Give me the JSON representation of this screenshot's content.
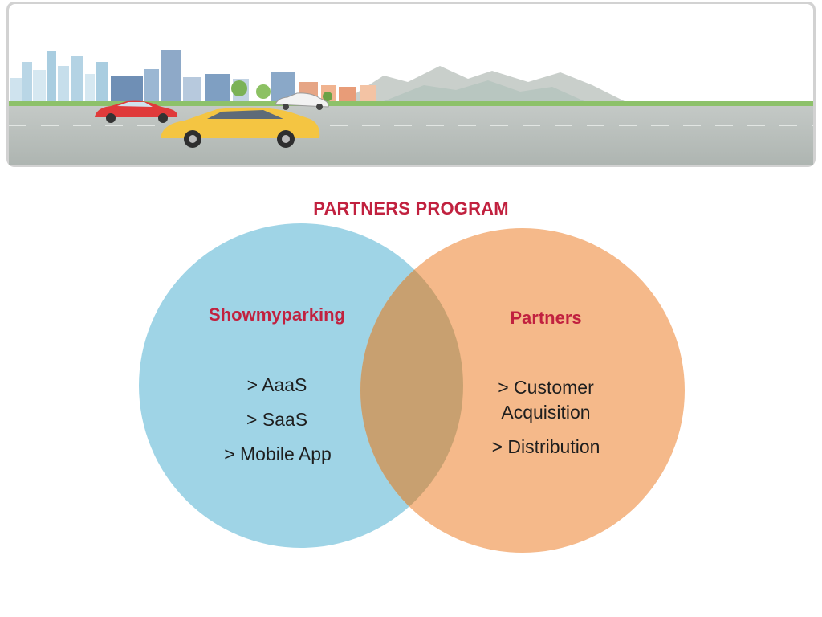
{
  "title": "PARTNERS PROGRAM",
  "colors": {
    "title": "#c1213f",
    "left_circle": "#9fd4e6",
    "right_circle": "#f5b98a",
    "overlap": "#c8a070",
    "sky": "#ffffff",
    "road": "#b5bcb8"
  },
  "icons": [
    "city-skyline-icon",
    "mountains-icon",
    "red-car-icon",
    "white-car-icon",
    "yellow-car-icon"
  ],
  "left": {
    "heading": "Showmyparking",
    "items": [
      "> AaaS",
      "> SaaS",
      "> Mobile App"
    ]
  },
  "right": {
    "heading": "Partners",
    "items": [
      "> Customer",
      "Acquisition",
      "> Distribution"
    ]
  }
}
